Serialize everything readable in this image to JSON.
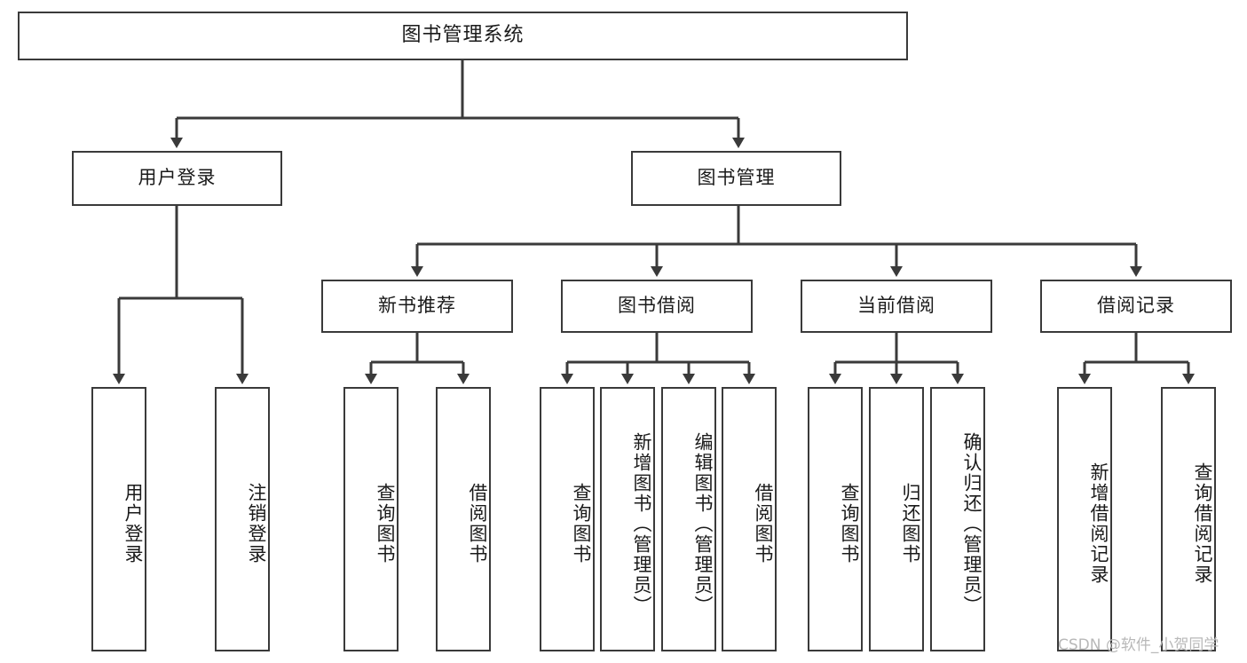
{
  "diagram": {
    "title": "图书管理系统",
    "type": "tree",
    "watermark": "CSDN @软件_小贺同学",
    "colors": {
      "box_border": "#3a3a3a",
      "box_fill": "#ffffff",
      "line": "#3a3a3a",
      "text": "#1a1a1a",
      "watermark": "#b8b8b8"
    },
    "root": {
      "label": "图书管理系统"
    },
    "level2": [
      {
        "label": "用户登录"
      },
      {
        "label": "图书管理"
      }
    ],
    "level3": [
      {
        "label": "新书推荐"
      },
      {
        "label": "图书借阅"
      },
      {
        "label": "当前借阅"
      },
      {
        "label": "借阅记录"
      }
    ],
    "leaves": {
      "user_login": [
        {
          "label": "用户登录"
        },
        {
          "label": "注销登录"
        }
      ],
      "new_book": [
        {
          "label": "查询图书"
        },
        {
          "label": "借阅图书"
        }
      ],
      "book_borrow": [
        {
          "label": "查询图书"
        },
        {
          "label": "新增图书（管理员）"
        },
        {
          "label": "编辑图书（管理员）"
        },
        {
          "label": "借阅图书"
        }
      ],
      "current_borrow": [
        {
          "label": "查询图书"
        },
        {
          "label": "归还图书"
        },
        {
          "label": "确认归还（管理员）"
        }
      ],
      "borrow_record": [
        {
          "label": "新增借阅记录"
        },
        {
          "label": "查询借阅记录"
        }
      ]
    }
  }
}
